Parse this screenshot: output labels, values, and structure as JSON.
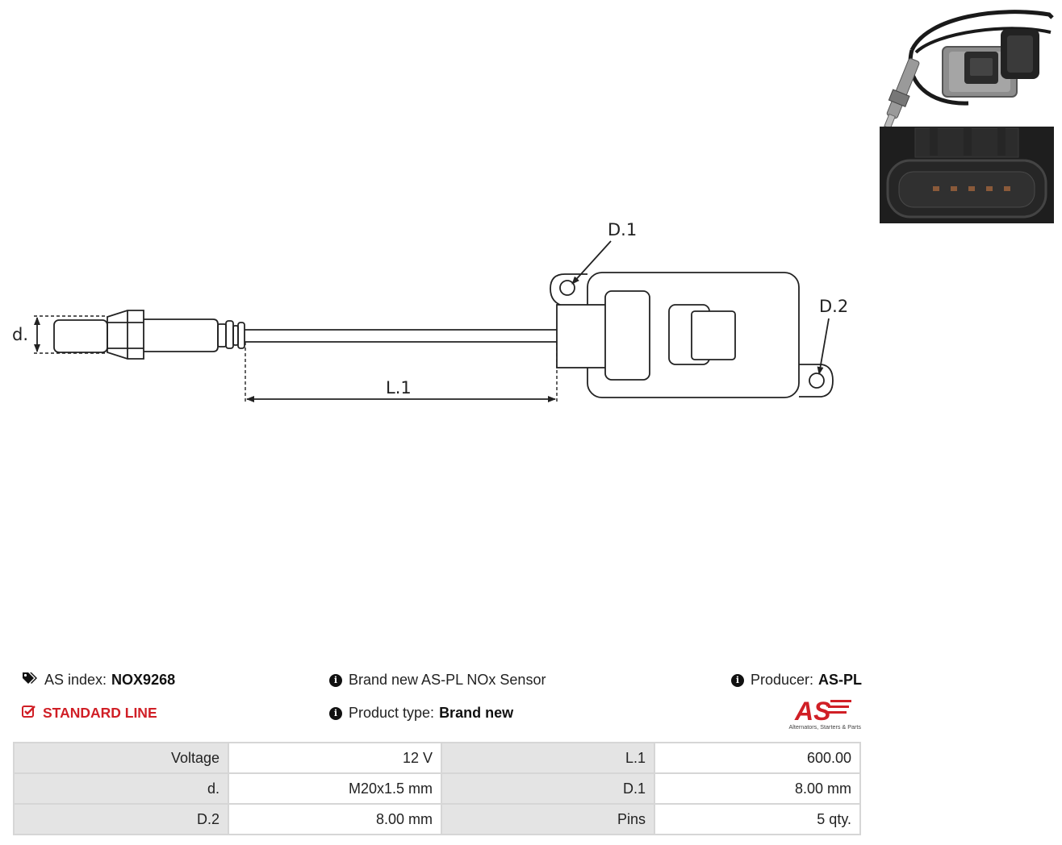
{
  "drawing": {
    "labels": {
      "d": "d.",
      "l1": "L.1",
      "d1": "D.1",
      "d2": "D.2"
    }
  },
  "photos": {
    "sensor_icon": "nox-sensor-photo",
    "connector_icon": "connector-photo"
  },
  "info": {
    "as_index_label": "AS index:",
    "as_index_value": "NOX9268",
    "line_label": "STANDARD LINE",
    "description": "Brand new AS-PL NOx Sensor",
    "product_type_label": "Product type:",
    "product_type_value": "Brand new",
    "producer_label": "Producer:",
    "producer_value": "AS-PL"
  },
  "logo": {
    "mark": "AS",
    "tagline": "Alternators, Starters & Parts",
    "color": "#d01f26"
  },
  "specs": [
    [
      "Voltage",
      "12 V",
      "L.1",
      "600.00"
    ],
    [
      "d.",
      "M20x1.5 mm",
      "D.1",
      "8.00 mm"
    ],
    [
      "D.2",
      "8.00 mm",
      "Pins",
      "5 qty."
    ]
  ],
  "colors": {
    "accent": "#d01f26",
    "table_key_bg": "#e4e4e4",
    "table_border": "#d6d6d6"
  }
}
